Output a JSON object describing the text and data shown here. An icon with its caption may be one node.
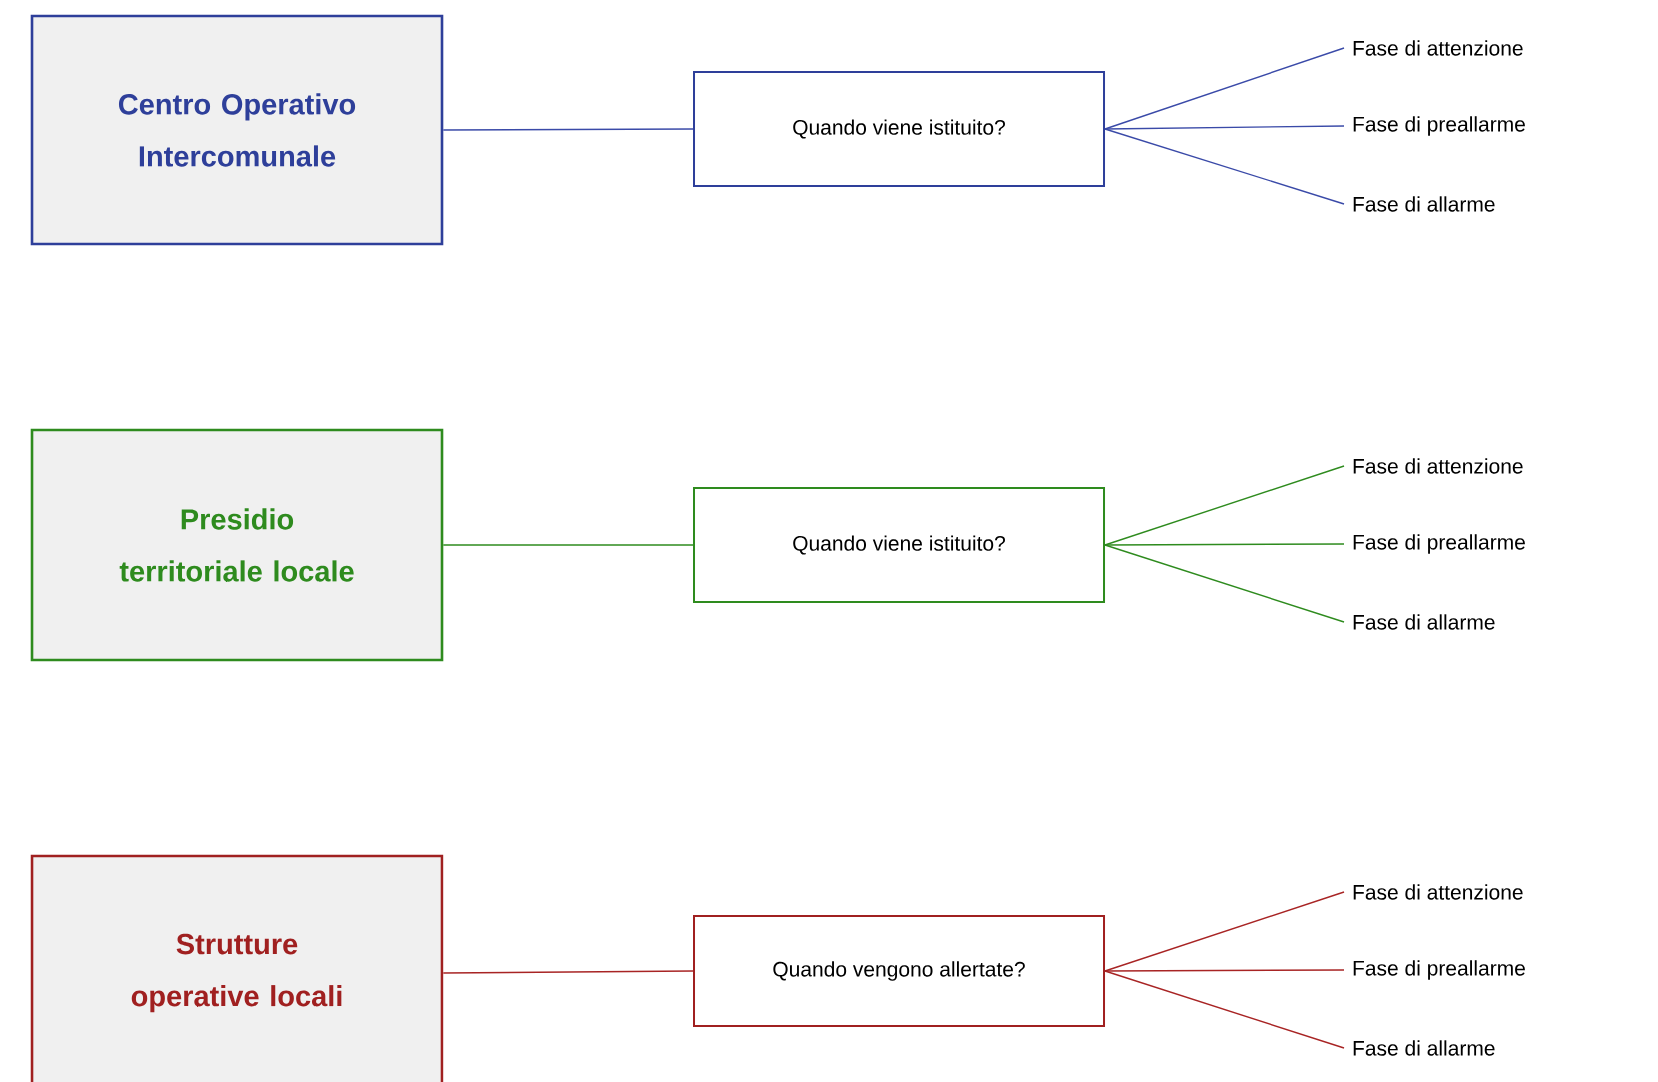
{
  "diagram": {
    "nodes": [
      {
        "text": [
          "Centro Operativo Intercomunale"
        ]
      },
      {
        "text": [
          "Quando viene istituito?"
        ]
      },
      {
        "text": [
          "Fase di attenzione"
        ]
      },
      {
        "text": [
          "Fase di preallarme"
        ]
      },
      {
        "text": [
          "Fase di allarme"
        ]
      },
      {
        "text": [
          "Presidio territoriale locale"
        ]
      },
      {
        "text": [
          "Quando viene istituito?"
        ]
      },
      {
        "text": [
          "Fase di attenzione"
        ]
      },
      {
        "text": [
          "Fase di preallarme"
        ]
      },
      {
        "text": [
          "Fase di allarme"
        ]
      },
      {
        "text": [
          "Strutture operative locali"
        ]
      },
      {
        "text": [
          "Quando vengono allertate?"
        ]
      },
      {
        "text": [
          "Fase di attenzione"
        ]
      },
      {
        "text": [
          "Fase di preallarme"
        ]
      },
      {
        "text": [
          "Fase di allarme"
        ]
      }
    ],
    "edges": [
      {
        "from": 0,
        "to": 1,
        "arrow": "none",
        "color": "#3a4aa8"
      },
      {
        "from": 1,
        "to": 2,
        "arrow": "none",
        "color": "#3a4aa8"
      },
      {
        "from": 1,
        "to": 3,
        "arrow": "none",
        "color": "#3a4aa8"
      },
      {
        "from": 1,
        "to": 4,
        "arrow": "none",
        "color": "#3a4aa8"
      },
      {
        "from": 5,
        "to": 6,
        "arrow": "none",
        "color": "#2e8b1e"
      },
      {
        "from": 6,
        "to": 7,
        "arrow": "none",
        "color": "#2e8b1e"
      },
      {
        "from": 6,
        "to": 8,
        "arrow": "none",
        "color": "#2e8b1e"
      },
      {
        "from": 6,
        "to": 9,
        "arrow": "none",
        "color": "#2e8b1e"
      },
      {
        "from": 10,
        "to": 11,
        "arrow": "none",
        "color": "#a82424"
      },
      {
        "from": 11,
        "to": 12,
        "arrow": "none",
        "color": "#a82424"
      },
      {
        "from": 11,
        "to": 13,
        "arrow": "none",
        "color": "#a82424"
      },
      {
        "from": 11,
        "to": 14,
        "arrow": "none",
        "color": "#a82424"
      }
    ]
  }
}
